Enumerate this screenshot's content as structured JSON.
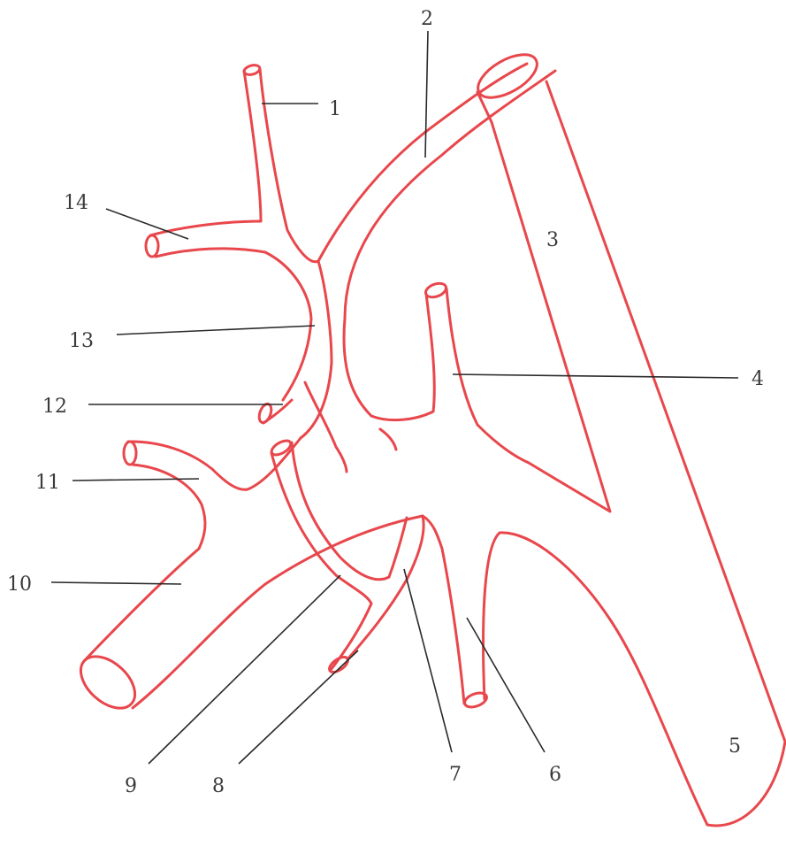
{
  "colors": {
    "vessel": "#e8474c",
    "leader": "#2a2a2a",
    "label": "#3a3a3a"
  },
  "labels": {
    "l1": "1",
    "l2": "2",
    "l3": "3",
    "l4": "4",
    "l5": "5",
    "l6": "6",
    "l7": "7",
    "l8": "8",
    "l9": "9",
    "l10": "10",
    "l11": "11",
    "l12": "12",
    "l13": "13",
    "l14": "14"
  }
}
